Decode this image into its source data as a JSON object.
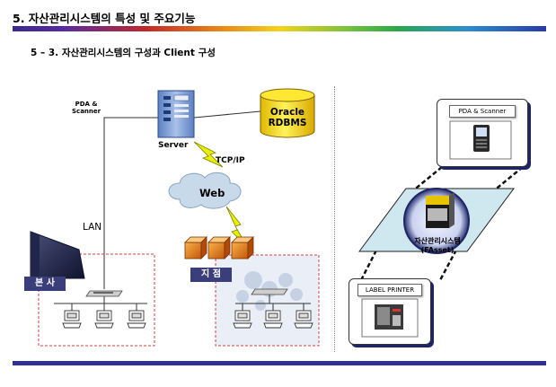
{
  "header": {
    "title": "5. 자산관리시스템의 특성 및 주요기능",
    "subtitle": "5 – 3. 자산관리시스템의 구성과 Client 구성"
  },
  "diagram": {
    "pda_scanner_label": "PDA &\nScanner",
    "server_label": "Server",
    "oracle_label": "Oracle\nRDBMS",
    "tcp_label": "TCP/IP",
    "web_label": "Web",
    "lan_label": "LAN",
    "hq_label": "본 사",
    "branch_label": "지 점"
  },
  "clients": {
    "pda_card_title": "PDA & Scanner",
    "printer_card_title": "LABEL PRINTER",
    "product_label": "자산관리시스템\n(FAsset)"
  },
  "colors": {
    "title_bar_blue": "#2f3196",
    "tag_bg": "#3a3f7c",
    "server_blue": "#7f9fd6",
    "db_yellow": "#f5d100",
    "cloud": "#c8d9ea",
    "dashed_red": "#d24040",
    "diamond_fill": "#cfe7ef"
  },
  "icons": [
    "server-icon",
    "database-icon",
    "cloud-icon",
    "lightning-icon",
    "building-icon",
    "hub-icon",
    "computer-icon",
    "cube-icon",
    "pda-device-icon",
    "label-printer-icon",
    "software-box-icon"
  ]
}
